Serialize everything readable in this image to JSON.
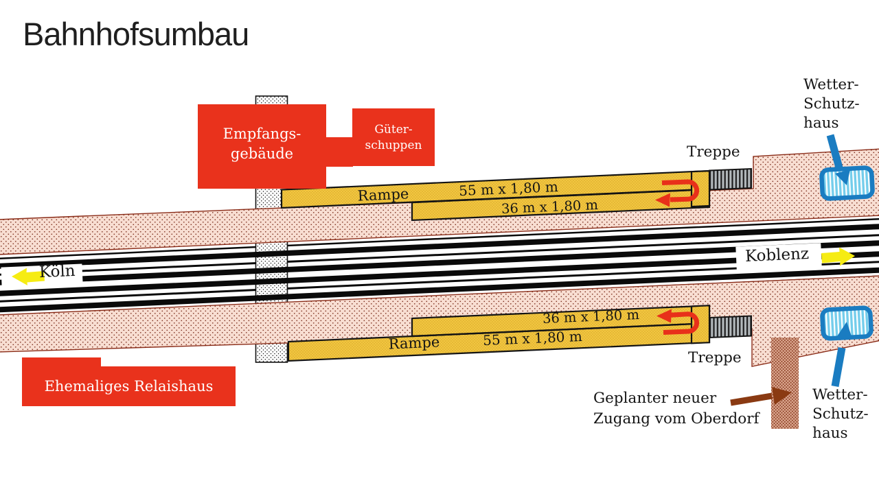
{
  "title": "Bahnhofsumbau",
  "buildings": {
    "reception": {
      "line1": "Empfangs-",
      "line2": "gebäude"
    },
    "goods_shed": {
      "line1": "Güter-",
      "line2": "schuppen"
    },
    "relay_house": "Ehemaliges Relaishaus"
  },
  "ramp": {
    "label": "Rampe",
    "dim_long": "55 m x 1,80 m",
    "dim_short": "36 m x 1,80 m"
  },
  "stairs_label": "Treppe",
  "shelter_label": {
    "line1": "Wetter-",
    "line2": "Schutz-",
    "line3": "haus"
  },
  "directions": {
    "west": "Köln",
    "east": "Koblenz"
  },
  "access_note": {
    "line1": "Geplanter neuer",
    "line2": "Zugang vom Oberdorf"
  },
  "colors": {
    "building_red": "#e9321c",
    "ramp_yellow": "#f1c640",
    "platform_pink": "#f8ded2",
    "platform_edge": "#8a2c18",
    "track_black": "#0a0a0a",
    "shelter_blue": "#1a7cc1",
    "shelter_stripe": "#74cdeb",
    "arrow_yellow": "#f6ec13",
    "arrow_red": "#e8301a",
    "arrow_brown": "#8a3a12",
    "stairs_gray": "#b3b9bc"
  }
}
